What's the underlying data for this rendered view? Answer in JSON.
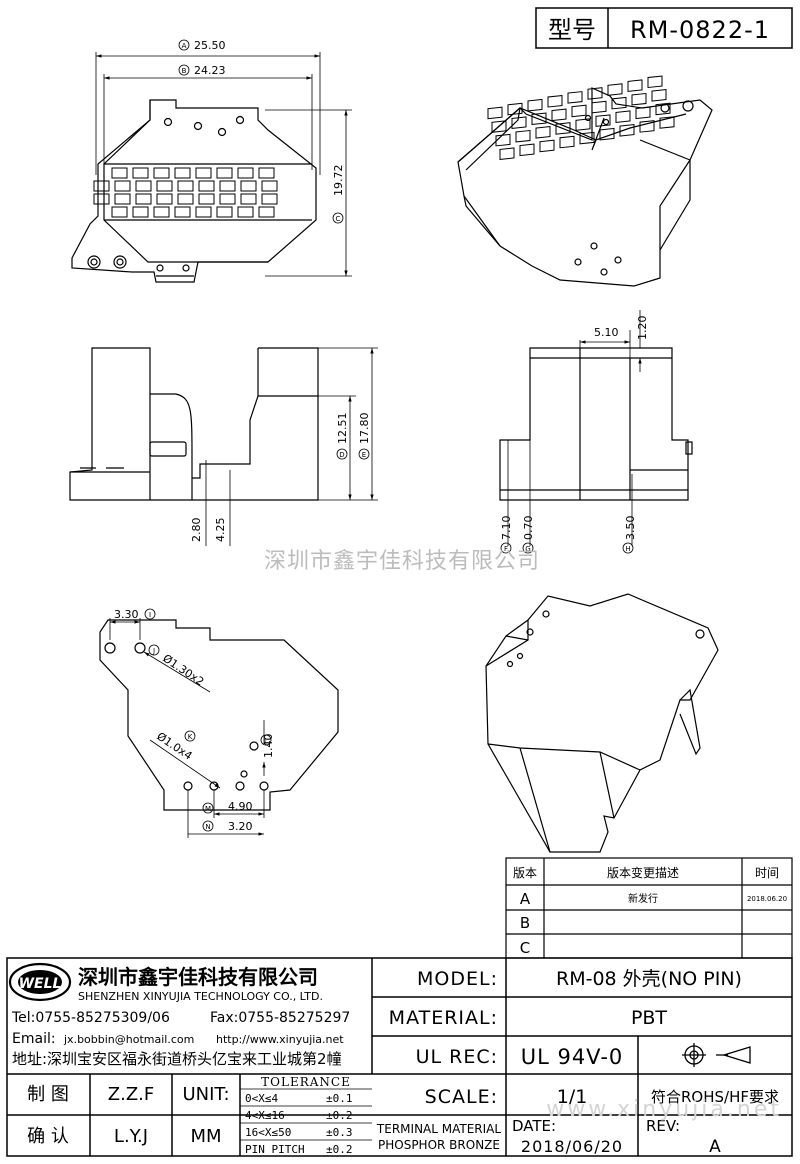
{
  "header": {
    "type_label": "型号",
    "model_code": "RM-0822-1"
  },
  "dimensions": {
    "top_view": {
      "a": "25.50",
      "b": "24.23",
      "c": "19.72",
      "tag_a": "A",
      "tag_b": "B",
      "tag_c": "C"
    },
    "front_view": {
      "h1": "2.80",
      "h2": "4.25",
      "d": "12.51",
      "e": "17.80",
      "tag_d": "D",
      "tag_e": "E"
    },
    "side_view": {
      "w": "5.10",
      "t": "1.20",
      "f": "7.10",
      "g": "0.70",
      "h": "3.50",
      "tag_f": "F",
      "tag_g": "G",
      "tag_h": "H"
    },
    "bottom_view": {
      "i": "3.30",
      "j": "Ø1.30x2",
      "k": "Ø1.0x4",
      "l": "1.40",
      "m": "4.90",
      "n": "3.20",
      "tag_i": "I",
      "tag_j": "J",
      "tag_k": "K",
      "tag_l": "L",
      "tag_m": "M",
      "tag_n": "N"
    }
  },
  "watermark": "深圳市鑫宇佳科技有限公司",
  "watermark_url": "www.xinyujia.net",
  "revision_table": {
    "headers": [
      "版本",
      "版本变更描述",
      "时间"
    ],
    "rows": [
      {
        "rev": "A",
        "desc": "新发行",
        "date": "2018.06.20"
      },
      {
        "rev": "B",
        "desc": "",
        "date": ""
      },
      {
        "rev": "C",
        "desc": "",
        "date": ""
      }
    ]
  },
  "company": {
    "logo_text": "WELL",
    "name_cn": "深圳市鑫宇佳科技有限公司",
    "name_en": "SHENZHEN XINYUJIA TECHNOLOGY CO., LTD.",
    "tel": "Tel:0755-85275309/06",
    "fax": "Fax:0755-85275297",
    "email_label": "Email:",
    "email": "jx.bobbin@hotmail.com",
    "web": "http://www.xinyujia.net",
    "address": "地址:深圳宝安区福永街道桥头亿宝来工业城第2幢"
  },
  "title_block": {
    "model_label": "MODEL:",
    "model_value": "RM-08 外壳(NO PIN)",
    "material_label": "MATERIAL:",
    "material_value": "PBT",
    "ulrec_label": "UL REC:",
    "ulrec_value": "UL 94V-0",
    "scale_label": "SCALE:",
    "scale_value": "1/1",
    "compliance": "符合ROHS/HF要求",
    "terminal_label_1": "TERMINAL MATERIAL",
    "terminal_label_2": "PHOSPHOR BRONZE",
    "date_label": "DATE:",
    "date_value": "2018/06/20",
    "rev_label": "REV:",
    "rev_value": "A",
    "draw_label": "制 图",
    "draw_value": "Z.Z.F",
    "check_label": "确 认",
    "check_value": "L.Y.J",
    "unit_label": "UNIT:",
    "unit_value": "MM",
    "tolerance_title": "TOLERANCE",
    "tolerances": [
      {
        "range": "0<X≤4",
        "tol": "±0.1"
      },
      {
        "range": "4<X≤16",
        "tol": "±0.2"
      },
      {
        "range": "16<X≤50",
        "tol": "±0.3"
      },
      {
        "range": "PIN PITCH",
        "tol": "±0.2"
      }
    ]
  }
}
